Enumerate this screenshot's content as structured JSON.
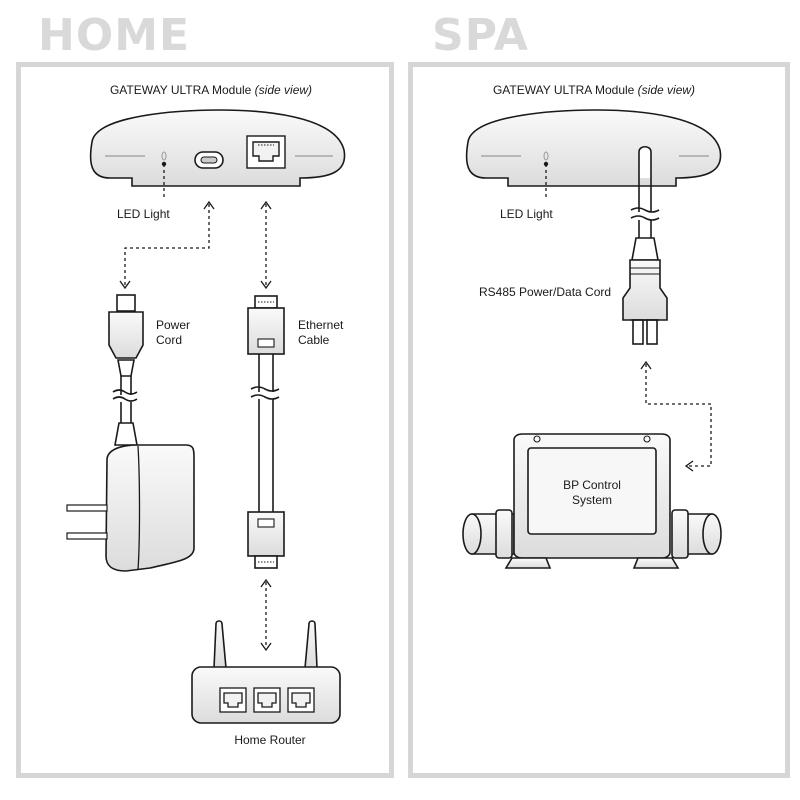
{
  "home": {
    "heading": "HOME",
    "module_title": "GATEWAY ULTRA Module",
    "module_view": "(side view)",
    "led_label": "LED Light",
    "power_cord_line1": "Power",
    "power_cord_line2": "Cord",
    "ethernet_line1": "Ethernet",
    "ethernet_line2": "Cable",
    "router_label": "Home Router"
  },
  "spa": {
    "heading": "SPA",
    "module_title": "GATEWAY ULTRA Module",
    "module_view": "(side view)",
    "led_label": "LED Light",
    "cord_label": "RS485 Power/Data Cord",
    "control_line1": "BP Control",
    "control_line2": "System"
  },
  "colors": {
    "heading": "#d9d9d9",
    "panel_border": "#d6d6d6",
    "device_fill": "#ececec",
    "line": "#1a1a1a"
  }
}
